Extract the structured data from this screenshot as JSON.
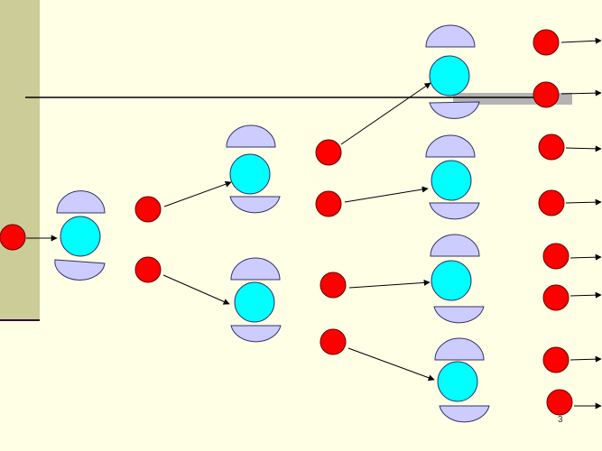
{
  "slide": {
    "page_number": "3"
  },
  "colors": {
    "background": "#FFFFE6",
    "side_bar": "#CCCC99",
    "nucleus": "#00FFFF",
    "fragment": "#CCCCFF",
    "neutron": "#FF0000",
    "line": "#000000",
    "bar_shadow": "#B3B3B3"
  },
  "diagram": {
    "description_items": {
      "nucleus_icon": "nucleus-icon",
      "neutron_icon": "neutron-icon",
      "fragment_icon": "fission-fragment-icon"
    },
    "generations": 4,
    "neutron_count_by_generation": [
      1,
      2,
      4,
      8
    ]
  }
}
